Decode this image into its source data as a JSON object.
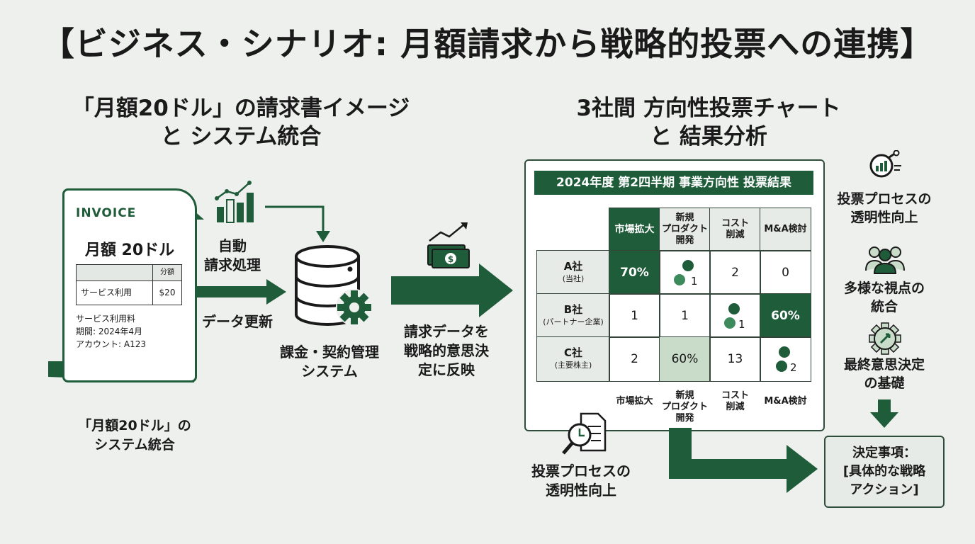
{
  "title": "【ビジネス・シナリオ: 月額請求から戦略的投票への連携】",
  "left_section": {
    "title_line1": "「月額20ドル」の請求書イメージ",
    "title_line2": "と システム統合"
  },
  "right_section": {
    "title_line1": "3社間 方向性投票チャート",
    "title_line2": "と 結果分析"
  },
  "invoice": {
    "heading": "INVOICE",
    "amount": "月額 20ドル",
    "col_header": "分額",
    "item": "サービス利用",
    "price": "$20",
    "note1": "サービス利用料",
    "note2": "期間: 2024年4月",
    "note3": "アカウント: A123"
  },
  "caption_left": {
    "line1": "「月額20ドル」の",
    "line2": "システム統合"
  },
  "flow": {
    "auto_line1": "自動",
    "auto_line2": "請求処理",
    "data_update": "データ更新",
    "system_line1": "課金・契約管理",
    "system_line2": "システム",
    "reflect_line1": "請求データを",
    "reflect_line2": "戦略的意思決",
    "reflect_line3": "定に反映"
  },
  "chart": {
    "title": "2024年度 第2四半期 事業方向性 投票結果",
    "columns": [
      {
        "line1": "市場拡大",
        "line2": "",
        "line3": ""
      },
      {
        "line1": "新規",
        "line2": "プロダクト",
        "line3": "開発"
      },
      {
        "line1": "コスト",
        "line2": "削減",
        "line3": ""
      },
      {
        "line1": "M&A検討",
        "line2": "",
        "line3": ""
      }
    ],
    "rows": [
      {
        "name": "A社",
        "sub": "(当社)",
        "cells": [
          "70%",
          "●1",
          "2",
          "0"
        ]
      },
      {
        "name": "B社",
        "sub": "(パートナー企業)",
        "cells": [
          "1",
          "1",
          "●1",
          "60%"
        ]
      },
      {
        "name": "C社",
        "sub": "(主要株主)",
        "cells": [
          "2",
          "60%",
          "13",
          "●2"
        ]
      }
    ],
    "dot_labels": {
      "a_product": "1",
      "b_cost": "1",
      "c_ma": "2"
    }
  },
  "right_side": {
    "item1_line1": "投票プロセスの",
    "item1_line2": "透明性向上",
    "item2_line1": "多様な視点の",
    "item2_line2": "統合",
    "item3_line1": "最終意思決定",
    "item3_line2": "の基礎"
  },
  "bottom_caption": {
    "line1": "投票プロセスの",
    "line2": "透明性向上"
  },
  "decision": {
    "line1": "決定事項：",
    "line2": "[具体的な戦略",
    "line3": "アクション]"
  },
  "colors": {
    "primary": "#1f5c3a",
    "accent_light": "#c9dcc9",
    "background": "#eef0ee"
  }
}
